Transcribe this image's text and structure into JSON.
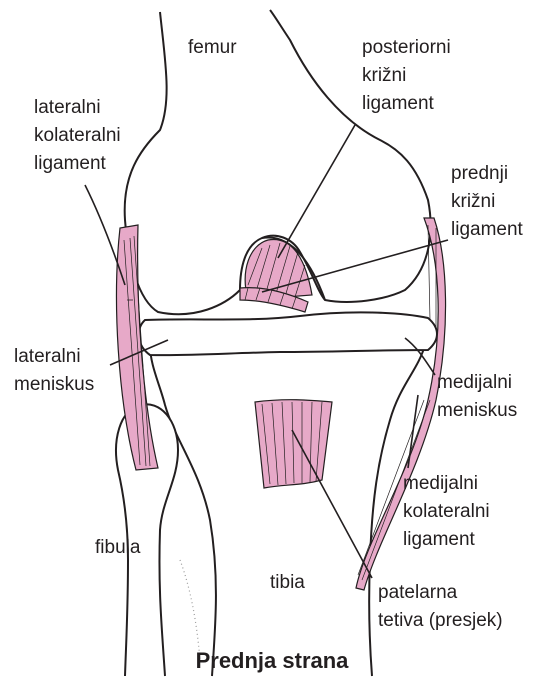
{
  "labels": {
    "femur": "femur",
    "pcl": [
      "posteriorni",
      "križni",
      "ligament"
    ],
    "lcl": [
      "lateralni",
      "kolateralni",
      "ligament"
    ],
    "acl": [
      "prednji",
      "križni",
      "ligament"
    ],
    "lateral_meniscus": [
      "lateralni",
      "meniskus"
    ],
    "medial_meniscus": [
      "medijalni",
      "meniskus"
    ],
    "mcl": [
      "medijalni",
      "kolateralni",
      "ligament"
    ],
    "fibula": "fibula",
    "tibia": "tibia",
    "patellar_tendon": [
      "patelarna",
      "tetiva (presjek)"
    ]
  },
  "title": "Prednja strana",
  "colors": {
    "ligament": "#e7a9c8",
    "outline": "#231f20",
    "bone": "#ffffff"
  }
}
